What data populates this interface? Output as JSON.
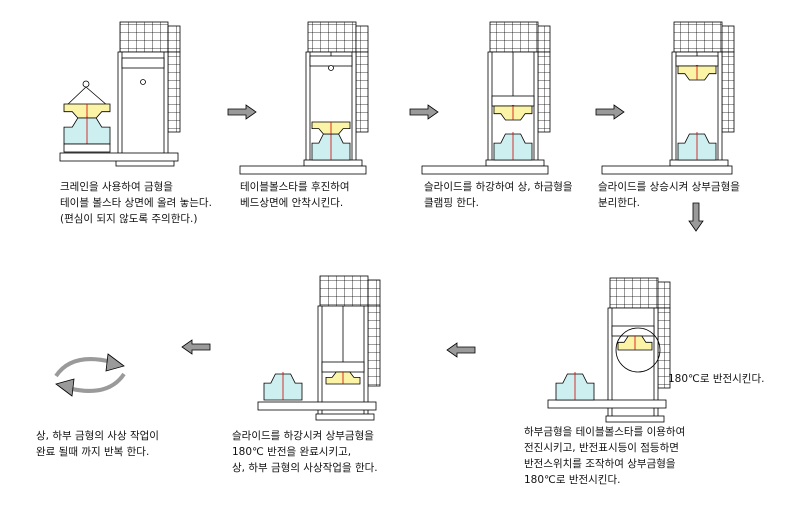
{
  "steps": [
    {
      "caption": "크레인을 사용하여 금형을\n테이블 볼스타 상면에 올려 놓는다.\n(편심이 되지 않도록 주의한다.)"
    },
    {
      "caption": "테이블볼스타를 후진하여\n베드상면에 안착시킨다."
    },
    {
      "caption": "슬라이드를 하강하여 상, 하금형을\n클램핑 한다."
    },
    {
      "caption": "슬라이드를 상승시켜 상부금형을\n분리한다."
    },
    {
      "caption": "하부금형을 테이블볼스타를 이용하여\n전진시키고, 반전표시등이 점등하면\n반전스위치를 조작하여 상부금형을\n180℃로 반전시킨다.",
      "note": "180℃로 반전시킨다."
    },
    {
      "caption": "슬라이드를 하강시켜 상부금형을\n180℃ 반전을 완료시키고,\n상, 하부 금형의 사상작업을 한다."
    },
    {
      "caption": "상, 하부 금형의 사상 작업이\n완료 될때 까지 반복 한다."
    }
  ],
  "colors": {
    "upper_die": "#fbf3a6",
    "lower_die": "#cdeff0",
    "green_tint": "#d9f0b8",
    "arrow": "#9a9a9a",
    "line": "#000000",
    "center_line": "#d40000"
  }
}
